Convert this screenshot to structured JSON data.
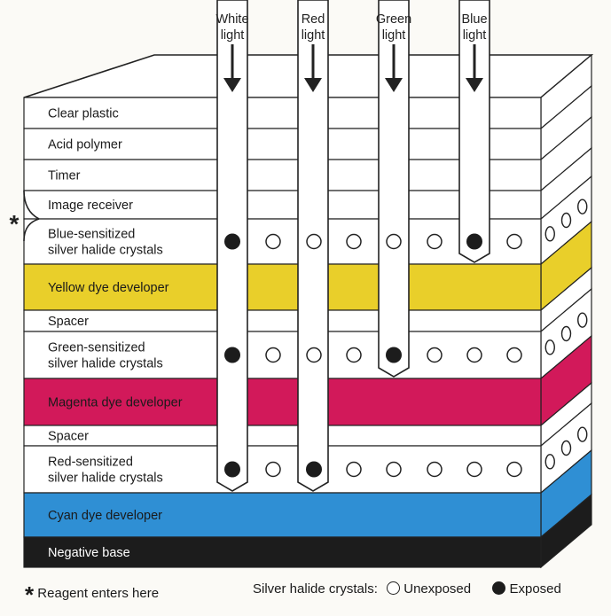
{
  "light_labels": [
    {
      "line1": "White",
      "line2": "light"
    },
    {
      "line1": "Red",
      "line2": "light"
    },
    {
      "line1": "Green",
      "line2": "light"
    },
    {
      "line1": "Blue",
      "line2": "light"
    }
  ],
  "layers": [
    {
      "id": "clear-plastic",
      "lines": [
        "Clear plastic"
      ],
      "color": "#ffffff",
      "text_color": "#1a1a1a"
    },
    {
      "id": "acid-polymer",
      "lines": [
        "Acid polymer"
      ],
      "color": "#ffffff",
      "text_color": "#1a1a1a"
    },
    {
      "id": "timer",
      "lines": [
        "Timer"
      ],
      "color": "#ffffff",
      "text_color": "#1a1a1a"
    },
    {
      "id": "image-receiver",
      "lines": [
        "Image receiver"
      ],
      "color": "#ffffff",
      "text_color": "#1a1a1a"
    },
    {
      "id": "blue-sensitized",
      "lines": [
        "Blue-sensitized",
        "silver halide crystals"
      ],
      "color": "#ffffff",
      "text_color": "#1a1a1a"
    },
    {
      "id": "yellow-dye",
      "lines": [
        "Yellow dye developer"
      ],
      "color": "#e9cf2a",
      "text_color": "#1a1a1a"
    },
    {
      "id": "spacer-1",
      "lines": [
        "Spacer"
      ],
      "color": "#ffffff",
      "text_color": "#1a1a1a"
    },
    {
      "id": "green-sensitized",
      "lines": [
        "Green-sensitized",
        "silver halide crystals"
      ],
      "color": "#ffffff",
      "text_color": "#1a1a1a"
    },
    {
      "id": "magenta-dye",
      "lines": [
        "Magenta dye developer"
      ],
      "color": "#d2195a",
      "text_color": "#1a1a1a"
    },
    {
      "id": "spacer-2",
      "lines": [
        "Spacer"
      ],
      "color": "#ffffff",
      "text_color": "#1a1a1a"
    },
    {
      "id": "red-sensitized",
      "lines": [
        "Red-sensitized",
        "silver halide crystals"
      ],
      "color": "#ffffff",
      "text_color": "#1a1a1a"
    },
    {
      "id": "cyan-dye",
      "lines": [
        "Cyan dye developer"
      ],
      "color": "#2f8fd4",
      "text_color": "#1a1a1a"
    },
    {
      "id": "negative-base",
      "lines": [
        "Negative base"
      ],
      "color": "#1c1c1c",
      "text_color": "#ffffff"
    }
  ],
  "crystal_rows": [
    {
      "layer": "blue-sensitized",
      "states": [
        "exposed",
        "unexposed",
        "unexposed",
        "unexposed",
        "unexposed",
        "unexposed",
        "exposed",
        "unexposed"
      ]
    },
    {
      "layer": "green-sensitized",
      "states": [
        "exposed",
        "unexposed",
        "unexposed",
        "unexposed",
        "exposed",
        "unexposed",
        "unexposed",
        "unexposed"
      ]
    },
    {
      "layer": "red-sensitized",
      "states": [
        "exposed",
        "unexposed",
        "exposed",
        "unexposed",
        "unexposed",
        "unexposed",
        "unexposed",
        "unexposed"
      ]
    }
  ],
  "legend": {
    "asterisk": "*",
    "reagent": "Reagent enters here",
    "crystals_label": "Silver halide crystals:",
    "unexposed": "Unexposed",
    "exposed": "Exposed"
  },
  "colors": {
    "outline": "#222222",
    "paper": "#fbfaf6"
  }
}
